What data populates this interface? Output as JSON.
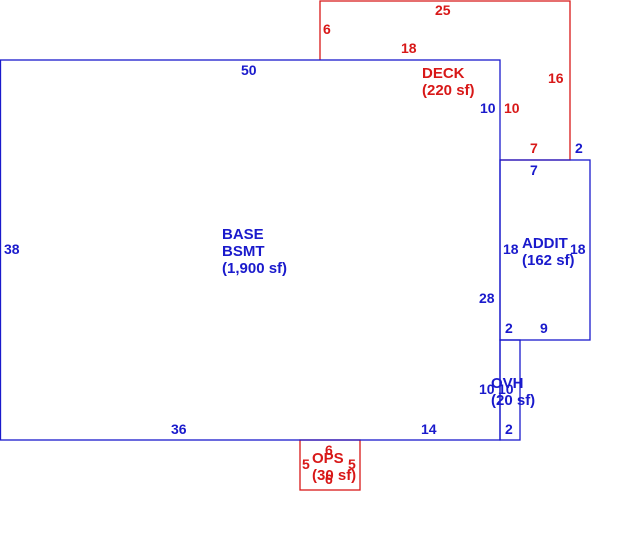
{
  "colors": {
    "main": "#1a1acc",
    "red": "#d81818"
  },
  "areas": {
    "base": {
      "name_line1": "BASE",
      "name_line2": "BSMT",
      "area": "(1,900 sf)"
    },
    "deck": {
      "name": "DECK",
      "area": "(220 sf)"
    },
    "addit": {
      "name": "ADDIT",
      "area": "(162 sf)"
    },
    "ovh": {
      "name": "OVH",
      "area": "(20 sf)"
    },
    "ops": {
      "name": "OPS",
      "area": "(30 sf)"
    }
  },
  "dims": {
    "base_top": "50",
    "base_left": "38",
    "base_bottom_left": "36",
    "base_bottom_right": "14",
    "base_right_upper": "10",
    "base_right_lower": "28",
    "deck_top": "25",
    "deck_left": "6",
    "deck_bottom": "18",
    "deck_inner": "10",
    "deck_step": "7",
    "deck_right": "16",
    "addit_top_left": "7",
    "addit_top_right": "2",
    "addit_left": "18",
    "addit_right": "18",
    "addit_bottom_left": "2",
    "addit_bottom_right": "9",
    "ovh_left": "10",
    "ovh_right": "10",
    "ovh_bottom": "2",
    "ops_top": "6",
    "ops_left": "5",
    "ops_right": "5",
    "ops_bottom": "6"
  }
}
